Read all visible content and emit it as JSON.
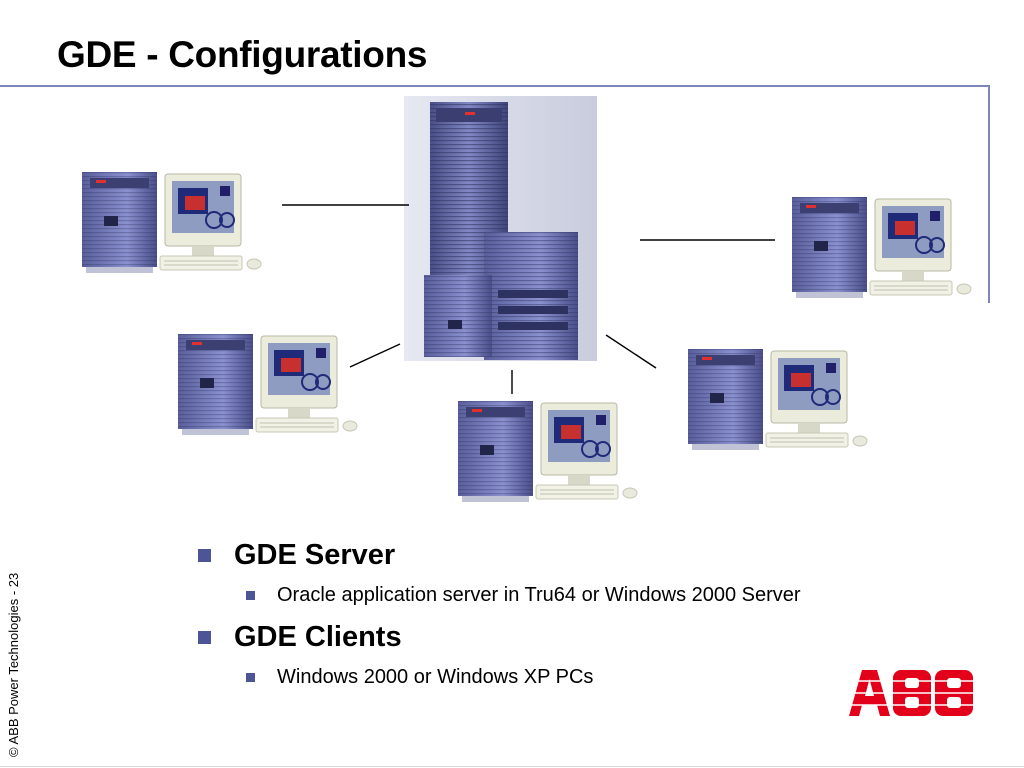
{
  "title": "GDE - Configurations",
  "bullets": [
    {
      "heading": "GDE Server",
      "detail": "Oracle application server in Tru64 or Windows 2000 Server"
    },
    {
      "heading": "GDE Clients",
      "detail": "Windows 2000 or Windows XP PCs"
    }
  ],
  "footer": {
    "copyright": "© ABB Power Technologies - 23"
  },
  "logo": {
    "text": "ABB",
    "color": "#e2001a"
  },
  "colors": {
    "accent": "#4d5597",
    "rule": "#7d86b8"
  },
  "diagram": {
    "server_icon": "server-rack-icon",
    "client_icon": "desktop-pc-icon",
    "client_count": 5
  }
}
